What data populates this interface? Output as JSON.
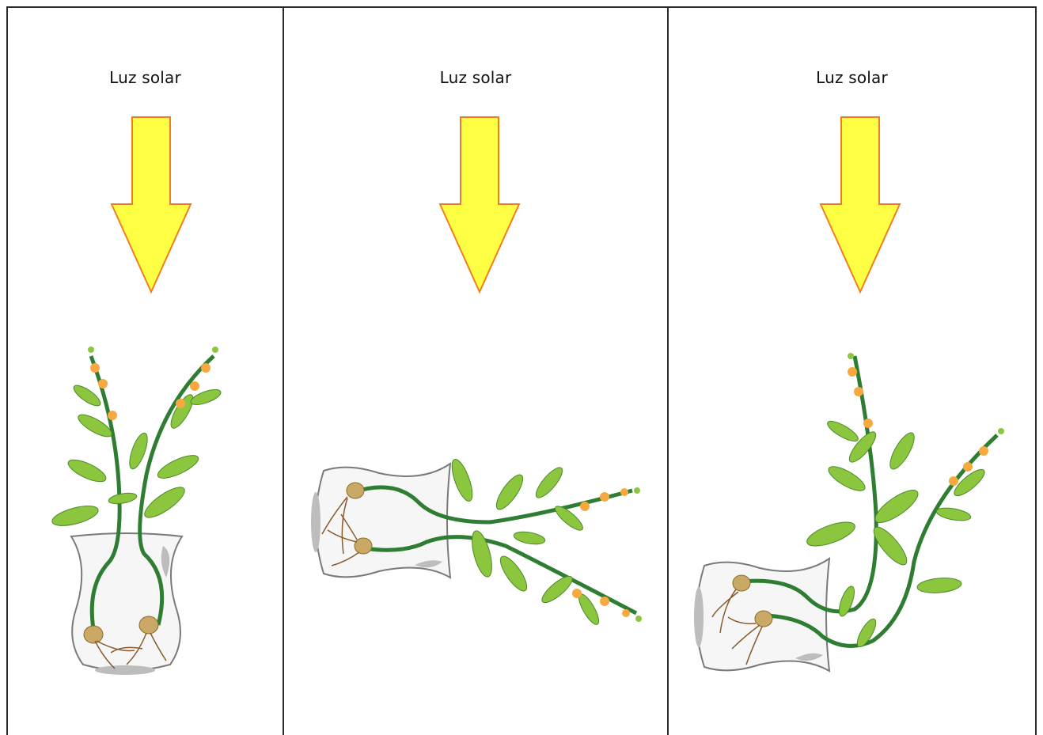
{
  "panels": [
    {
      "light_label": "Luz solar",
      "orientation": "upright"
    },
    {
      "light_label": "Luz solar",
      "orientation": "horizontal"
    },
    {
      "light_label": "Luz solar",
      "orientation": "horizontal-stems-curving-up"
    }
  ],
  "colors": {
    "arrow_fill": "#ffff44",
    "arrow_stroke": "#f07e1e",
    "stem": "#2e7d32",
    "leaf": "#8cc63f",
    "leaf_dark": "#4a8a2a",
    "flower": "#f7a940",
    "bulb": "#c9a965",
    "root": "#8a5a2b",
    "glass": "#7a7a7a",
    "glass_shadow": "#bdbdbd",
    "border": "#2b2b2b"
  }
}
